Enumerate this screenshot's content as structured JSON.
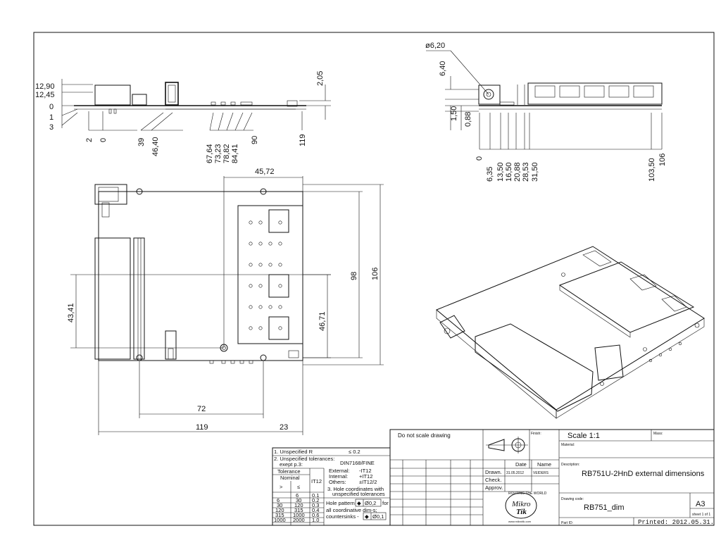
{
  "top_view_dims": {
    "heights": [
      "12,90",
      "12,45",
      "0",
      "1",
      "3"
    ],
    "h_205": "2,05",
    "x": [
      "2",
      "0",
      "39",
      "46,40",
      "67,64",
      "73,23",
      "78,82",
      "84,41",
      "90",
      "119"
    ]
  },
  "side_view_dims": {
    "diameter": "ø6,20",
    "h_640": "6,40",
    "h_150": "1,50",
    "h_088": "0,88",
    "x": [
      "0",
      "6,35",
      "13,50",
      "16,50",
      "20,88",
      "28,53",
      "31,50",
      "103,50",
      "106"
    ]
  },
  "plan_view_dims": {
    "w_4572": "45,72",
    "h_98": "98",
    "h_106": "106",
    "h_4341": "43,41",
    "h_4671": "46,71",
    "w_72": "72",
    "w_119": "119",
    "w_23": "23"
  },
  "tolerance_table": {
    "line1_label": "1. Unspecified R",
    "line1_value": "≤ 0.2",
    "line2a": "2. Unspecified tolerances:",
    "line2b": "exept p.3:",
    "standard": "DIN7168/FINE",
    "col_tolerance": "Tolerance",
    "col_nominal": "Nominal",
    "col_it12": "IT12",
    "col_gt": ">",
    "col_le": "≤",
    "rows": [
      [
        "",
        "6",
        "0.1"
      ],
      [
        "6",
        "30",
        "0.2"
      ],
      [
        "30",
        "120",
        "0.3"
      ],
      [
        "120",
        "315",
        "0.4"
      ],
      [
        "315",
        "1000",
        "0.6"
      ],
      [
        "1000",
        "2000",
        "1.0"
      ]
    ],
    "external_label": "External:",
    "external_value": "-IT12",
    "internal_label": "Internal:",
    "internal_value": "+IT12",
    "others_label": "Others:",
    "others_value": "±IT12/2",
    "note3a": "3. Hole coordinates with",
    "note3b": "unspecified tolerances",
    "hole_pattern_prefix": "Hole pattern",
    "hole_pattern_value": "Ø0,2",
    "hole_pattern_suffix": "for",
    "coord_dims": "all coordinative dim-s;",
    "countersinks_label": "countersinks -",
    "countersinks_value": "Ø0,1"
  },
  "title_block": {
    "do_not_scale": "Do not scale drawing",
    "finish_label": "Finish:",
    "scale": "Scale  1:1",
    "mass_label": "Mass:",
    "material_label": "Material:",
    "date_header": "Date",
    "name_header": "Name",
    "drawn_label": "Drawn.",
    "drawn_date": "31.05.2012",
    "drawn_name": "VEIDERS",
    "check_label": "Check.",
    "approv_label": "Approv.",
    "description_label": "Description:",
    "description": "RB751U-2HnD external dimensions",
    "drawing_code_label": "Drawing code:",
    "drawing_code": "RB751_dim",
    "sheet_size": "A3",
    "sheet": "sheet 1 of 1",
    "part_id_label": "Part ID:",
    "printed": "Printed: 2012.05.31.",
    "logo_top": "ROUTING THE WORLD",
    "logo_name1": "Mikro",
    "logo_name2": "Tik",
    "logo_url": "www.mikrotik.com"
  }
}
